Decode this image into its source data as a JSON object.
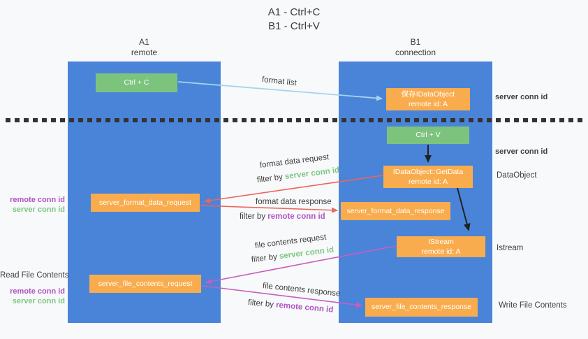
{
  "title": {
    "line1": "A1 - Ctrl+C",
    "line2": "B1 - Ctrl+V"
  },
  "lanes": {
    "left": {
      "title": "A1",
      "subtitle": "remote"
    },
    "right": {
      "title": "B1",
      "subtitle": "connection"
    }
  },
  "boxes": {
    "ctrl_c": {
      "label": "Ctrl + C"
    },
    "save_idataobject": {
      "line1": "保存IDataObject",
      "line2": "remote id: A"
    },
    "ctrl_v": {
      "label": "Ctrl + V"
    },
    "getdata": {
      "line1": "IDataObject::GetData",
      "line2": "remote id: A"
    },
    "format_data_request": {
      "label": "server_format_data_request"
    },
    "format_data_response": {
      "label": "server_format_data_response"
    },
    "istream": {
      "line1": "IStream",
      "line2": "remote id: A"
    },
    "file_contents_request": {
      "label": "server_file_contents_request"
    },
    "file_contents_response": {
      "label": "server_file_contents_response"
    }
  },
  "annotations": {
    "format_list": "format list",
    "format_data_request": "format data request",
    "format_data_response": "format data response",
    "file_contents_request": "file contents request",
    "file_contents_response": "file contents response",
    "filter_prefix": "filter by ",
    "server_conn_id": "server conn id",
    "remote_conn_id": "remote conn id"
  },
  "side_labels": {
    "left": {
      "remote_conn_id": "remote conn id",
      "server_conn_id": "server conn id",
      "read_file_contents": "Read File Contents"
    },
    "right": {
      "server_conn_id": "server conn id",
      "dataobject": "DataObject",
      "istream": "Istream",
      "write_file_contents": "Write File Contents"
    }
  },
  "colors": {
    "lane_blue": "#4a84d8",
    "green_box": "#7cc47d",
    "orange_box": "#f9ac4d",
    "light_blue_arrow": "#a7d3ee",
    "red_arrow": "#ed655c",
    "magenta_arrow": "#c75ec0",
    "green_text": "#7cc783",
    "purple_text": "#b054c4",
    "dark_text": "#3d3d3d",
    "background": "#f8f9fa"
  }
}
